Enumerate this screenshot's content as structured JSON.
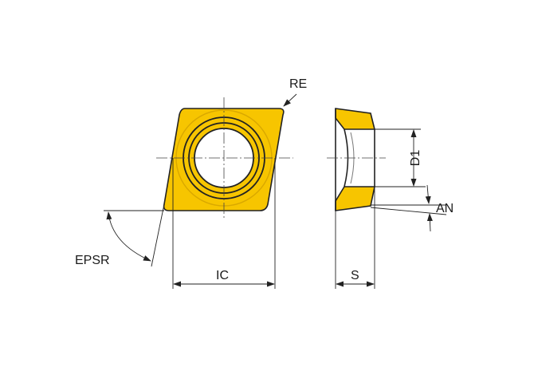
{
  "labels": {
    "re": "RE",
    "epsr": "EPSR",
    "ic": "IC",
    "d1": "D1",
    "an": "AN",
    "s": "S"
  },
  "colors": {
    "insert_fill": "#f7c500",
    "line": "#222222",
    "background": "#ffffff"
  }
}
